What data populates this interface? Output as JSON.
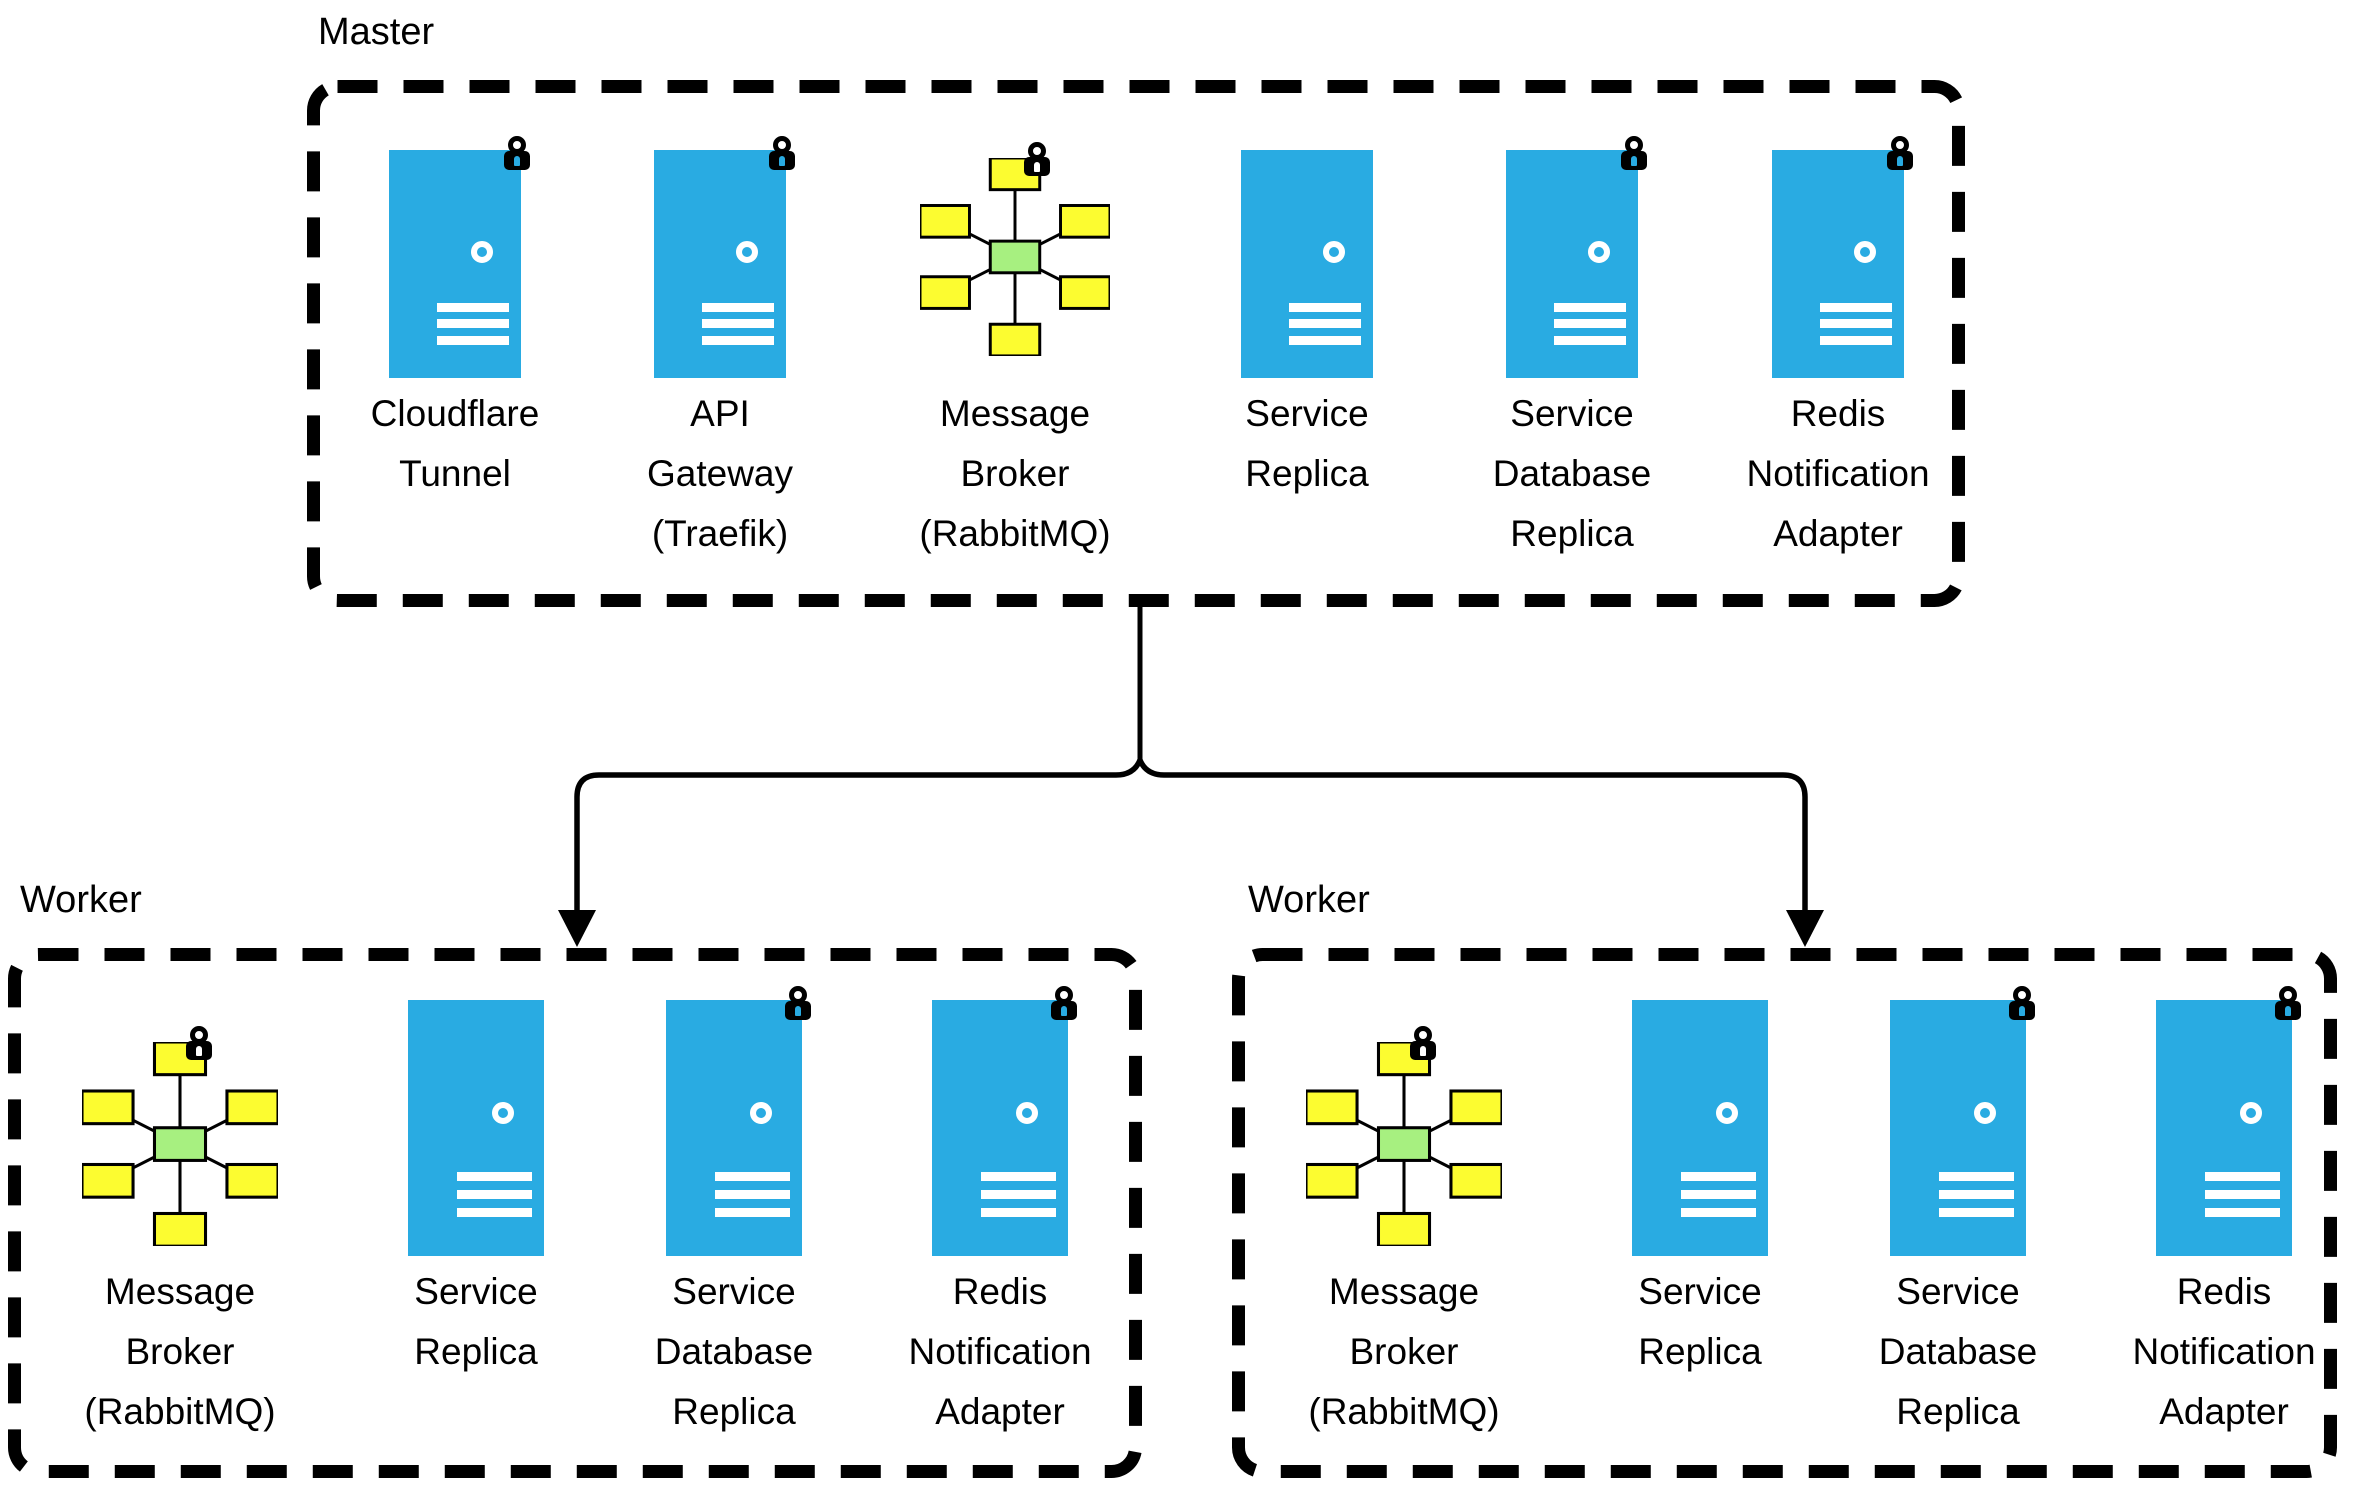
{
  "colors": {
    "background": "#ffffff",
    "server_fill": "#29ABE2",
    "broker_center_fill": "#A7F080",
    "broker_queue_fill": "#FCFC30",
    "outline": "#000000",
    "text": "#000000"
  },
  "master": {
    "label": "Master",
    "nodes": [
      {
        "icon": "server-icon",
        "lock": true,
        "label": "Cloudflare\nTunnel"
      },
      {
        "icon": "server-icon",
        "lock": true,
        "label": "API\nGateway\n(Traefik)"
      },
      {
        "icon": "message-broker-icon",
        "lock": true,
        "label": "Message\nBroker\n(RabbitMQ)"
      },
      {
        "icon": "server-icon",
        "lock": false,
        "label": "Service\nReplica"
      },
      {
        "icon": "server-icon",
        "lock": true,
        "label": "Service\nDatabase\nReplica"
      },
      {
        "icon": "server-icon",
        "lock": true,
        "label": "Redis\nNotification\nAdapter"
      }
    ]
  },
  "workers": [
    {
      "label": "Worker",
      "nodes": [
        {
          "icon": "message-broker-icon",
          "lock": true,
          "label": "Message\nBroker\n(RabbitMQ)"
        },
        {
          "icon": "server-icon",
          "lock": false,
          "label": "Service\nReplica"
        },
        {
          "icon": "server-icon",
          "lock": true,
          "label": "Service\nDatabase\nReplica"
        },
        {
          "icon": "server-icon",
          "lock": true,
          "label": "Redis\nNotification\nAdapter"
        }
      ]
    },
    {
      "label": "Worker",
      "nodes": [
        {
          "icon": "message-broker-icon",
          "lock": true,
          "label": "Message\nBroker\n(RabbitMQ)"
        },
        {
          "icon": "server-icon",
          "lock": false,
          "label": "Service\nReplica"
        },
        {
          "icon": "server-icon",
          "lock": true,
          "label": "Service\nDatabase\nReplica"
        },
        {
          "icon": "server-icon",
          "lock": true,
          "label": "Redis\nNotification\nAdapter"
        }
      ]
    }
  ]
}
